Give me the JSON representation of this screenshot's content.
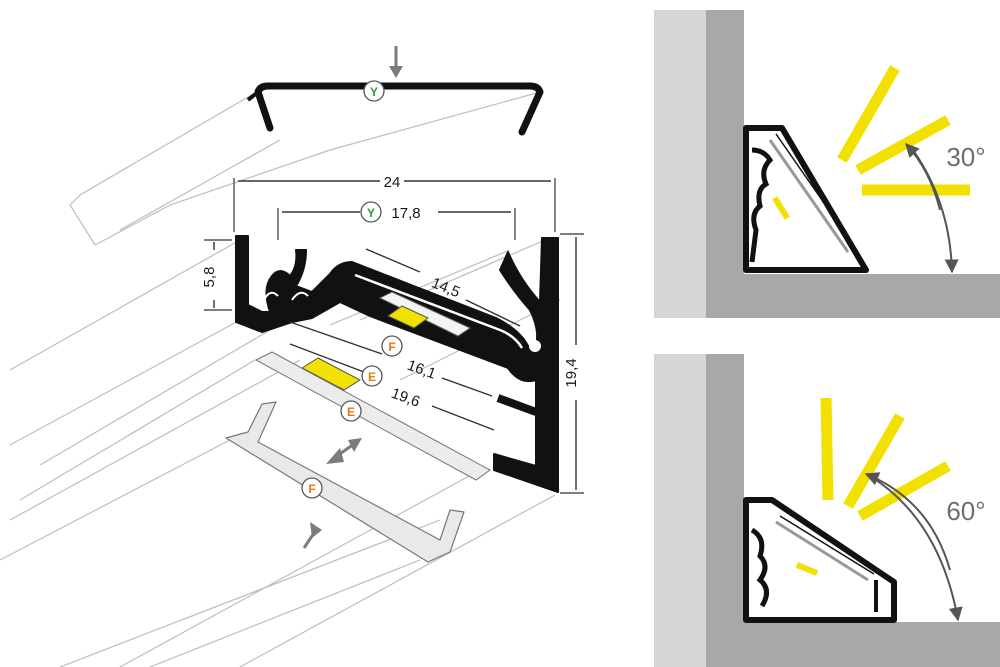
{
  "dimensions": {
    "width_total": "24",
    "width_inner": "17,8",
    "height_lip": "5,8",
    "height_total": "19,4",
    "width_pcb": "14,5",
    "width_diffuser_f": "16,1",
    "width_diffuser_e": "19,6"
  },
  "badges": {
    "cover": "Y",
    "inner": "Y",
    "diffuser_f": "F",
    "diffuser_e": "E",
    "diffuser_e2": "E",
    "clip_f": "F"
  },
  "angles": {
    "top": "30°",
    "bottom": "60°"
  },
  "colors": {
    "profile": "#111111",
    "led": "#f2e000",
    "arrow": "#7b7b7b",
    "wall": "#a8a8a8",
    "wall_light": "#d6d6d6",
    "badge_green": "#2e9a3a",
    "badge_orange": "#e07a1a",
    "ghost_line": "#b5b5b5"
  }
}
